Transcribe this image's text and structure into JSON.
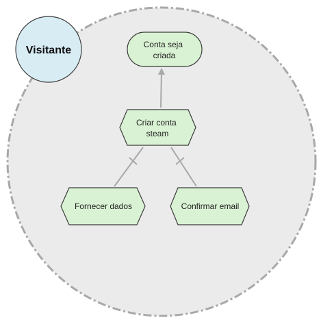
{
  "actor": {
    "name": "Visitante"
  },
  "elements": {
    "goal": {
      "lines": [
        "Conta seja",
        "criada"
      ]
    },
    "task_main": {
      "lines": [
        "Criar conta",
        "steam"
      ]
    },
    "task_left": {
      "lines": [
        "Fornecer dados"
      ]
    },
    "task_right": {
      "lines": [
        "Confirmar email"
      ]
    }
  },
  "links": [
    {
      "from": "task_main",
      "to": "goal",
      "kind": "means-end"
    },
    {
      "from": "task_left",
      "to": "task_main",
      "kind": "decomposition"
    },
    {
      "from": "task_right",
      "to": "task_main",
      "kind": "decomposition"
    }
  ],
  "colors": {
    "boundary_fill": "#ebebeb",
    "boundary_stroke": "#a8a8a8",
    "actor_fill": "#d8ecf4",
    "element_fill": "#d9f2d3",
    "element_stroke": "#3b3b3b",
    "link_stroke": "#a8a8a8"
  }
}
